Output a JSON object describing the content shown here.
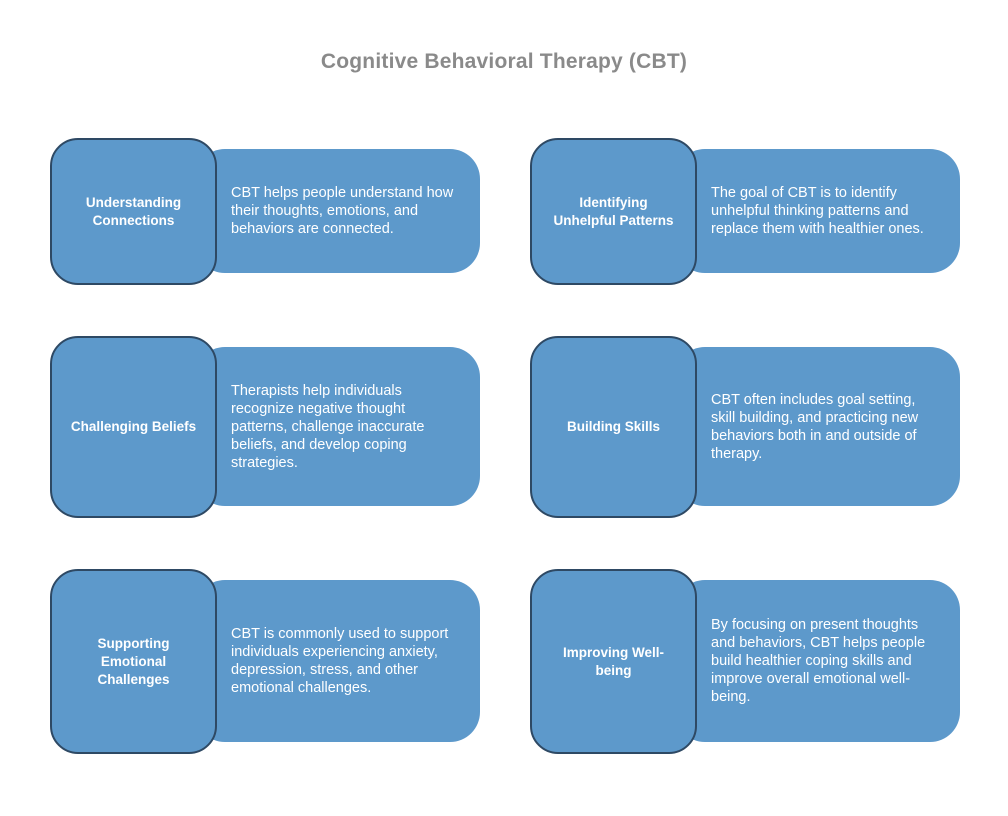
{
  "page": {
    "title": "Cognitive Behavioral Therapy (CBT)"
  },
  "colors": {
    "background": "#ffffff",
    "title_text": "#8a8a8a",
    "card_fill": "#5d99cb",
    "card_border": "#2e4964",
    "card_text": "#ffffff"
  },
  "cards": [
    {
      "label": "Understanding Connections",
      "description": "CBT helps people understand how their thoughts, emotions, and behaviors are connected."
    },
    {
      "label": "Identifying Unhelpful Patterns",
      "description": "The goal of CBT is to identify unhelpful thinking patterns and replace them with healthier ones."
    },
    {
      "label": "Challenging Beliefs",
      "description": "Therapists help individuals recognize negative thought patterns, challenge inaccurate beliefs, and develop coping strategies."
    },
    {
      "label": "Building Skills",
      "description": "CBT often includes goal setting, skill building, and practicing new behaviors both in and outside of therapy."
    },
    {
      "label": "Supporting Emotional Challenges",
      "description": "CBT is commonly used to support individuals experiencing anxiety, depression, stress, and other emotional challenges."
    },
    {
      "label": "Improving Well-being",
      "description": "By focusing on present thoughts and behaviors, CBT helps people build healthier coping skills and improve overall emotional well-being."
    }
  ]
}
